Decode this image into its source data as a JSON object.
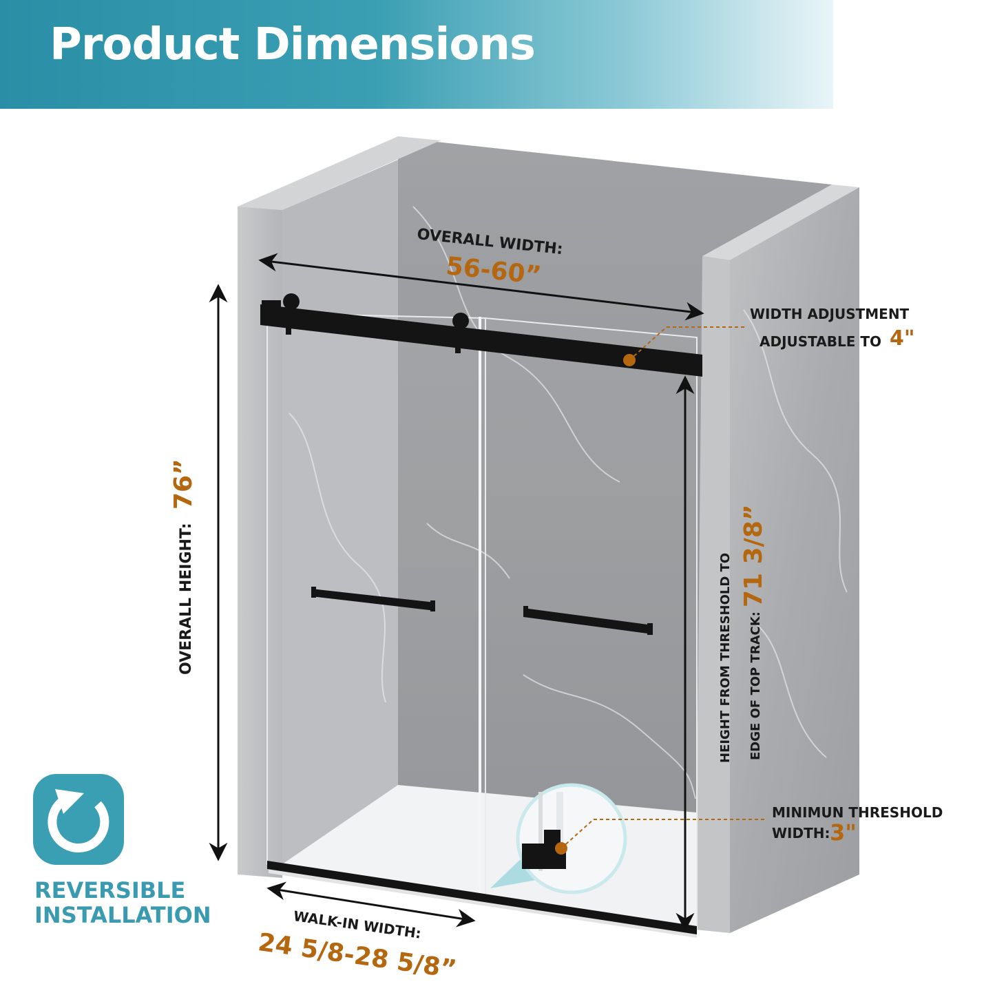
{
  "header": {
    "title": "Product Dimensions"
  },
  "colors": {
    "accent": "#3a9fb3",
    "dimension_value": "#b4670f",
    "label_text": "#1a1a1a",
    "header_bg": "#2a8fa6"
  },
  "overall_width": {
    "label": "OVERALL WIDTH:",
    "value": "56-60”"
  },
  "width_adjustment": {
    "title": "WIDTH ADJUSTMENT",
    "label": "ADJUSTABLE TO",
    "value": "4\""
  },
  "overall_height": {
    "label": "OVERALL HEIGHT:",
    "value": "76”"
  },
  "track_height": {
    "line1": "HEIGHT FROM THRESHOLD TO",
    "line2": "EDGE OF TOP TRACK:",
    "value": "71 3/8”"
  },
  "threshold": {
    "title": "MINIMUN THRESHOLD",
    "label": "WIDTH:",
    "value": "3\""
  },
  "walk_in": {
    "label": "WALK-IN WIDTH:",
    "value": "24 5/8-28 5/8”"
  },
  "reversible": {
    "icon": "rotate-arrow-icon",
    "line1": "REVERSIBLE",
    "line2": "INSTALLATION"
  }
}
